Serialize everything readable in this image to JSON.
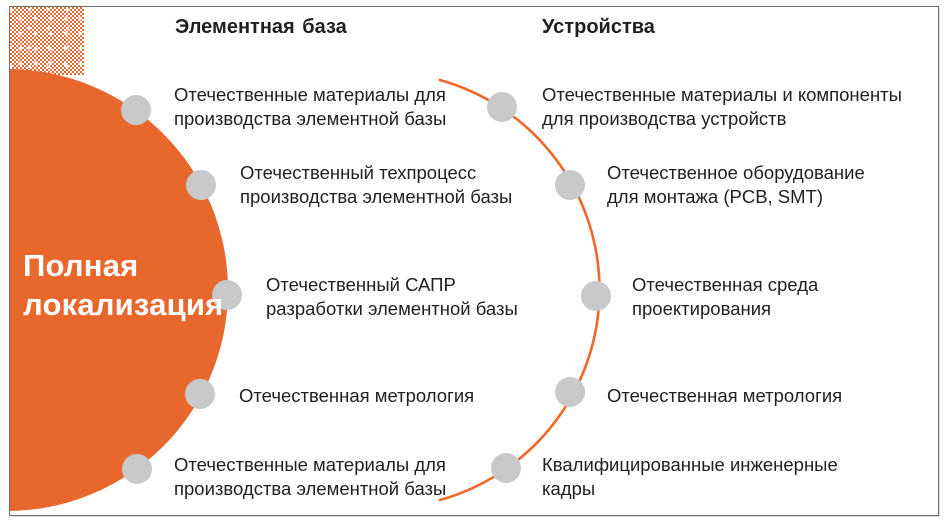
{
  "title": {
    "line1": "Полная",
    "line2": "локализация"
  },
  "columns": [
    {
      "header": "Элементная база",
      "items": [
        "Отечественные материалы для\nпроизводства элементной базы",
        "Отечественный техпроцесс\nпроизводства элементной базы",
        "Отечественный САПР\nразработки элементной базы",
        "Отечественная метрология",
        "Отечественные материалы для\nпроизводства элементной базы"
      ]
    },
    {
      "header": "Устройства",
      "items": [
        "Отечественные материалы и компоненты\nдля производства устройств",
        "Отечественное оборудование\nдля монтажа (PCB, SMT)",
        "Отечественная среда\nпроектирования",
        "Отечественная метрология",
        "Квалифицированные инженерные\nкадры"
      ]
    }
  ],
  "colors": {
    "orange": "#e8672d",
    "arc_orange": "#f0662b",
    "dot_gray": "#c7c9ca",
    "text_dark": "#1f1f1f",
    "border_gray": "#6d6d6d",
    "title_white": "#ffffff"
  }
}
